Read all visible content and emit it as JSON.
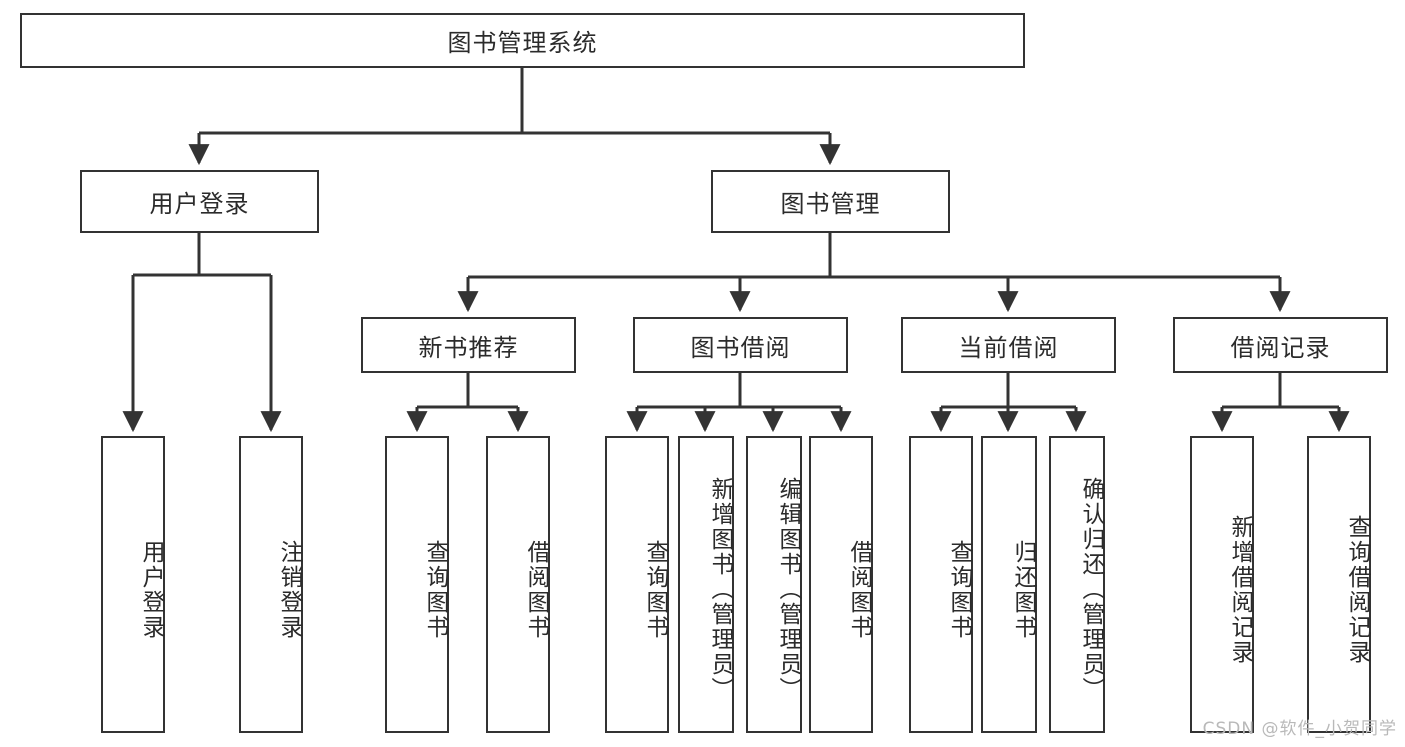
{
  "diagram": {
    "title_node": {
      "label": "图书管理系统"
    },
    "level2": [
      {
        "id": "user-login",
        "label": "用户登录"
      },
      {
        "id": "book-manage",
        "label": "图书管理"
      }
    ],
    "level3": [
      {
        "id": "new-book-recommend",
        "label": "新书推荐"
      },
      {
        "id": "book-borrow",
        "label": "图书借阅"
      },
      {
        "id": "current-borrow",
        "label": "当前借阅"
      },
      {
        "id": "borrow-record",
        "label": "借阅记录"
      }
    ],
    "leaves": [
      {
        "id": "leaf-user-login",
        "label": "用户登录"
      },
      {
        "id": "leaf-logout-login",
        "label": "注销登录"
      },
      {
        "id": "leaf-query-book-1",
        "label": "查询图书"
      },
      {
        "id": "leaf-borrow-book-1",
        "label": "借阅图书"
      },
      {
        "id": "leaf-query-book-2",
        "label": "查询图书"
      },
      {
        "id": "leaf-add-book-admin",
        "label": "新增图书（管理员）"
      },
      {
        "id": "leaf-edit-book-admin",
        "label": "编辑图书（管理员）"
      },
      {
        "id": "leaf-borrow-book-2",
        "label": "借阅图书"
      },
      {
        "id": "leaf-query-book-3",
        "label": "查询图书"
      },
      {
        "id": "leaf-return-book",
        "label": "归还图书"
      },
      {
        "id": "leaf-confirm-return-admin",
        "label": "确认归还（管理员）"
      },
      {
        "id": "leaf-add-borrow-record",
        "label": "新增借阅记录"
      },
      {
        "id": "leaf-query-borrow-record",
        "label": "查询借阅记录"
      }
    ],
    "watermark": "CSDN @软件_小贺同学",
    "colors": {
      "stroke": "#333333",
      "fill": "#ffffff",
      "text": "#2b2b2b",
      "watermark": "#b9b9b9"
    }
  }
}
